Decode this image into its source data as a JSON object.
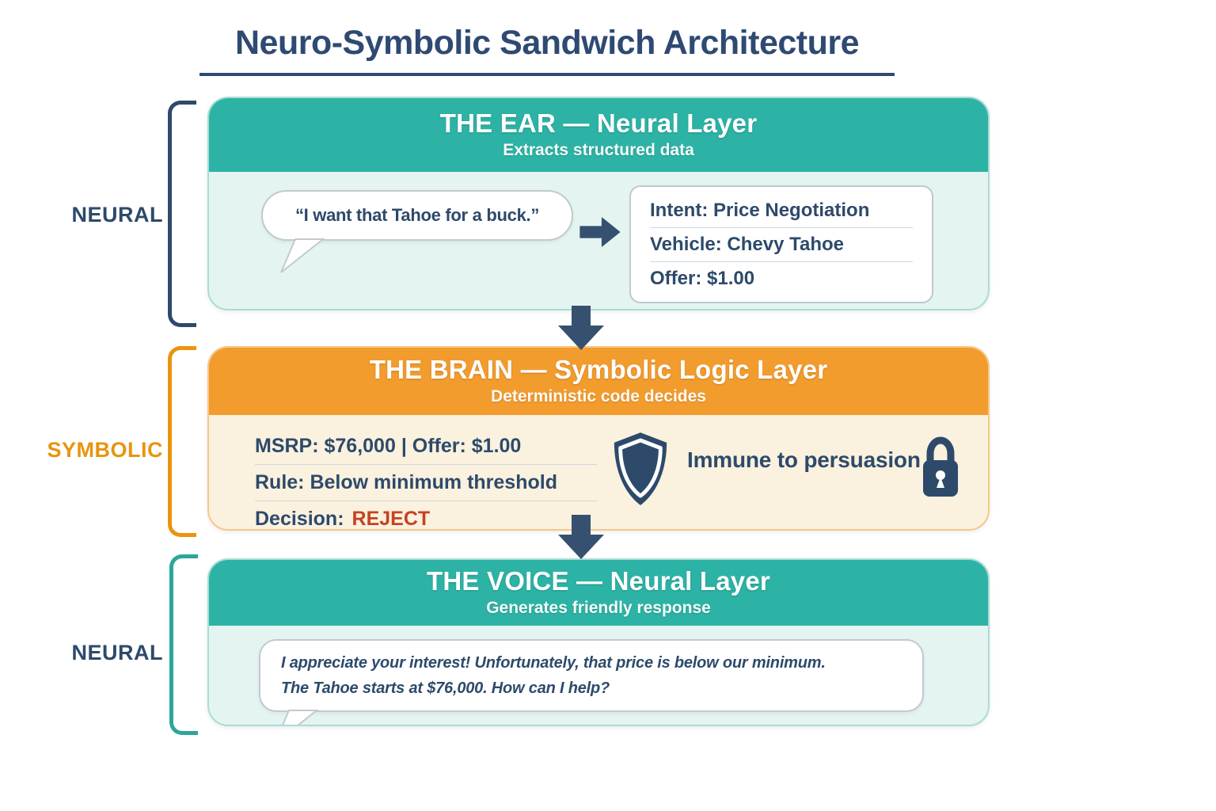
{
  "title": "Neuro-Symbolic Sandwich Architecture",
  "side_labels": {
    "top": "NEURAL",
    "middle": "SYMBOLIC",
    "bottom": "NEURAL"
  },
  "layers": {
    "ear": {
      "title": "THE EAR — Neural Layer",
      "subtitle": "Extracts structured data",
      "bubble": "“I want that Tahoe for a buck.”",
      "fields": [
        {
          "label": "Intent:",
          "value": "Price Negotiation"
        },
        {
          "label": "Vehicle:",
          "value": "Chevy Tahoe"
        },
        {
          "label": "Offer:",
          "value": "$1.00"
        }
      ]
    },
    "brain": {
      "title": "THE BRAIN — Symbolic Logic Layer",
      "subtitle": "Deterministic code decides",
      "facts": [
        {
          "text": "MSRP: $76,000 | Offer: $1.00"
        },
        {
          "text": "Rule: Below minimum threshold"
        },
        {
          "prefix": "Decision:",
          "highlight": "REJECT"
        }
      ],
      "badge": "Immune to persuasion"
    },
    "voice": {
      "title": "THE VOICE — Neural Layer",
      "subtitle": "Generates friendly response",
      "bubble_line1": "I appreciate your interest! Unfortunately, that price is below our minimum.",
      "bubble_line2": "The Tahoe starts at $76,000. How can I help?"
    }
  },
  "colors": {
    "teal": "#2db3a6",
    "teal_light": "#e4f4f1",
    "teal_border": "#aadcd5",
    "teal_bracket": "#2aa79b",
    "orange": "#f39c2e",
    "orange_border": "#f6c789",
    "orange_bracket": "#e8940e",
    "cream": "#faf1de",
    "navy": "#2d4a6b",
    "title_navy": "#2e4a73",
    "arrow_navy": "#35516f",
    "reject_red": "#c44322",
    "bubble_border": "#c2c9cf",
    "panel_border": "#bdc9d2",
    "divider": "#ccd9e1",
    "divider_cream": "#cfd6da"
  },
  "icons": {
    "shield": "shield-icon",
    "lock": "lock-icon",
    "arrow_right": "arrow-right-icon",
    "arrow_down": "arrow-down-icon"
  }
}
